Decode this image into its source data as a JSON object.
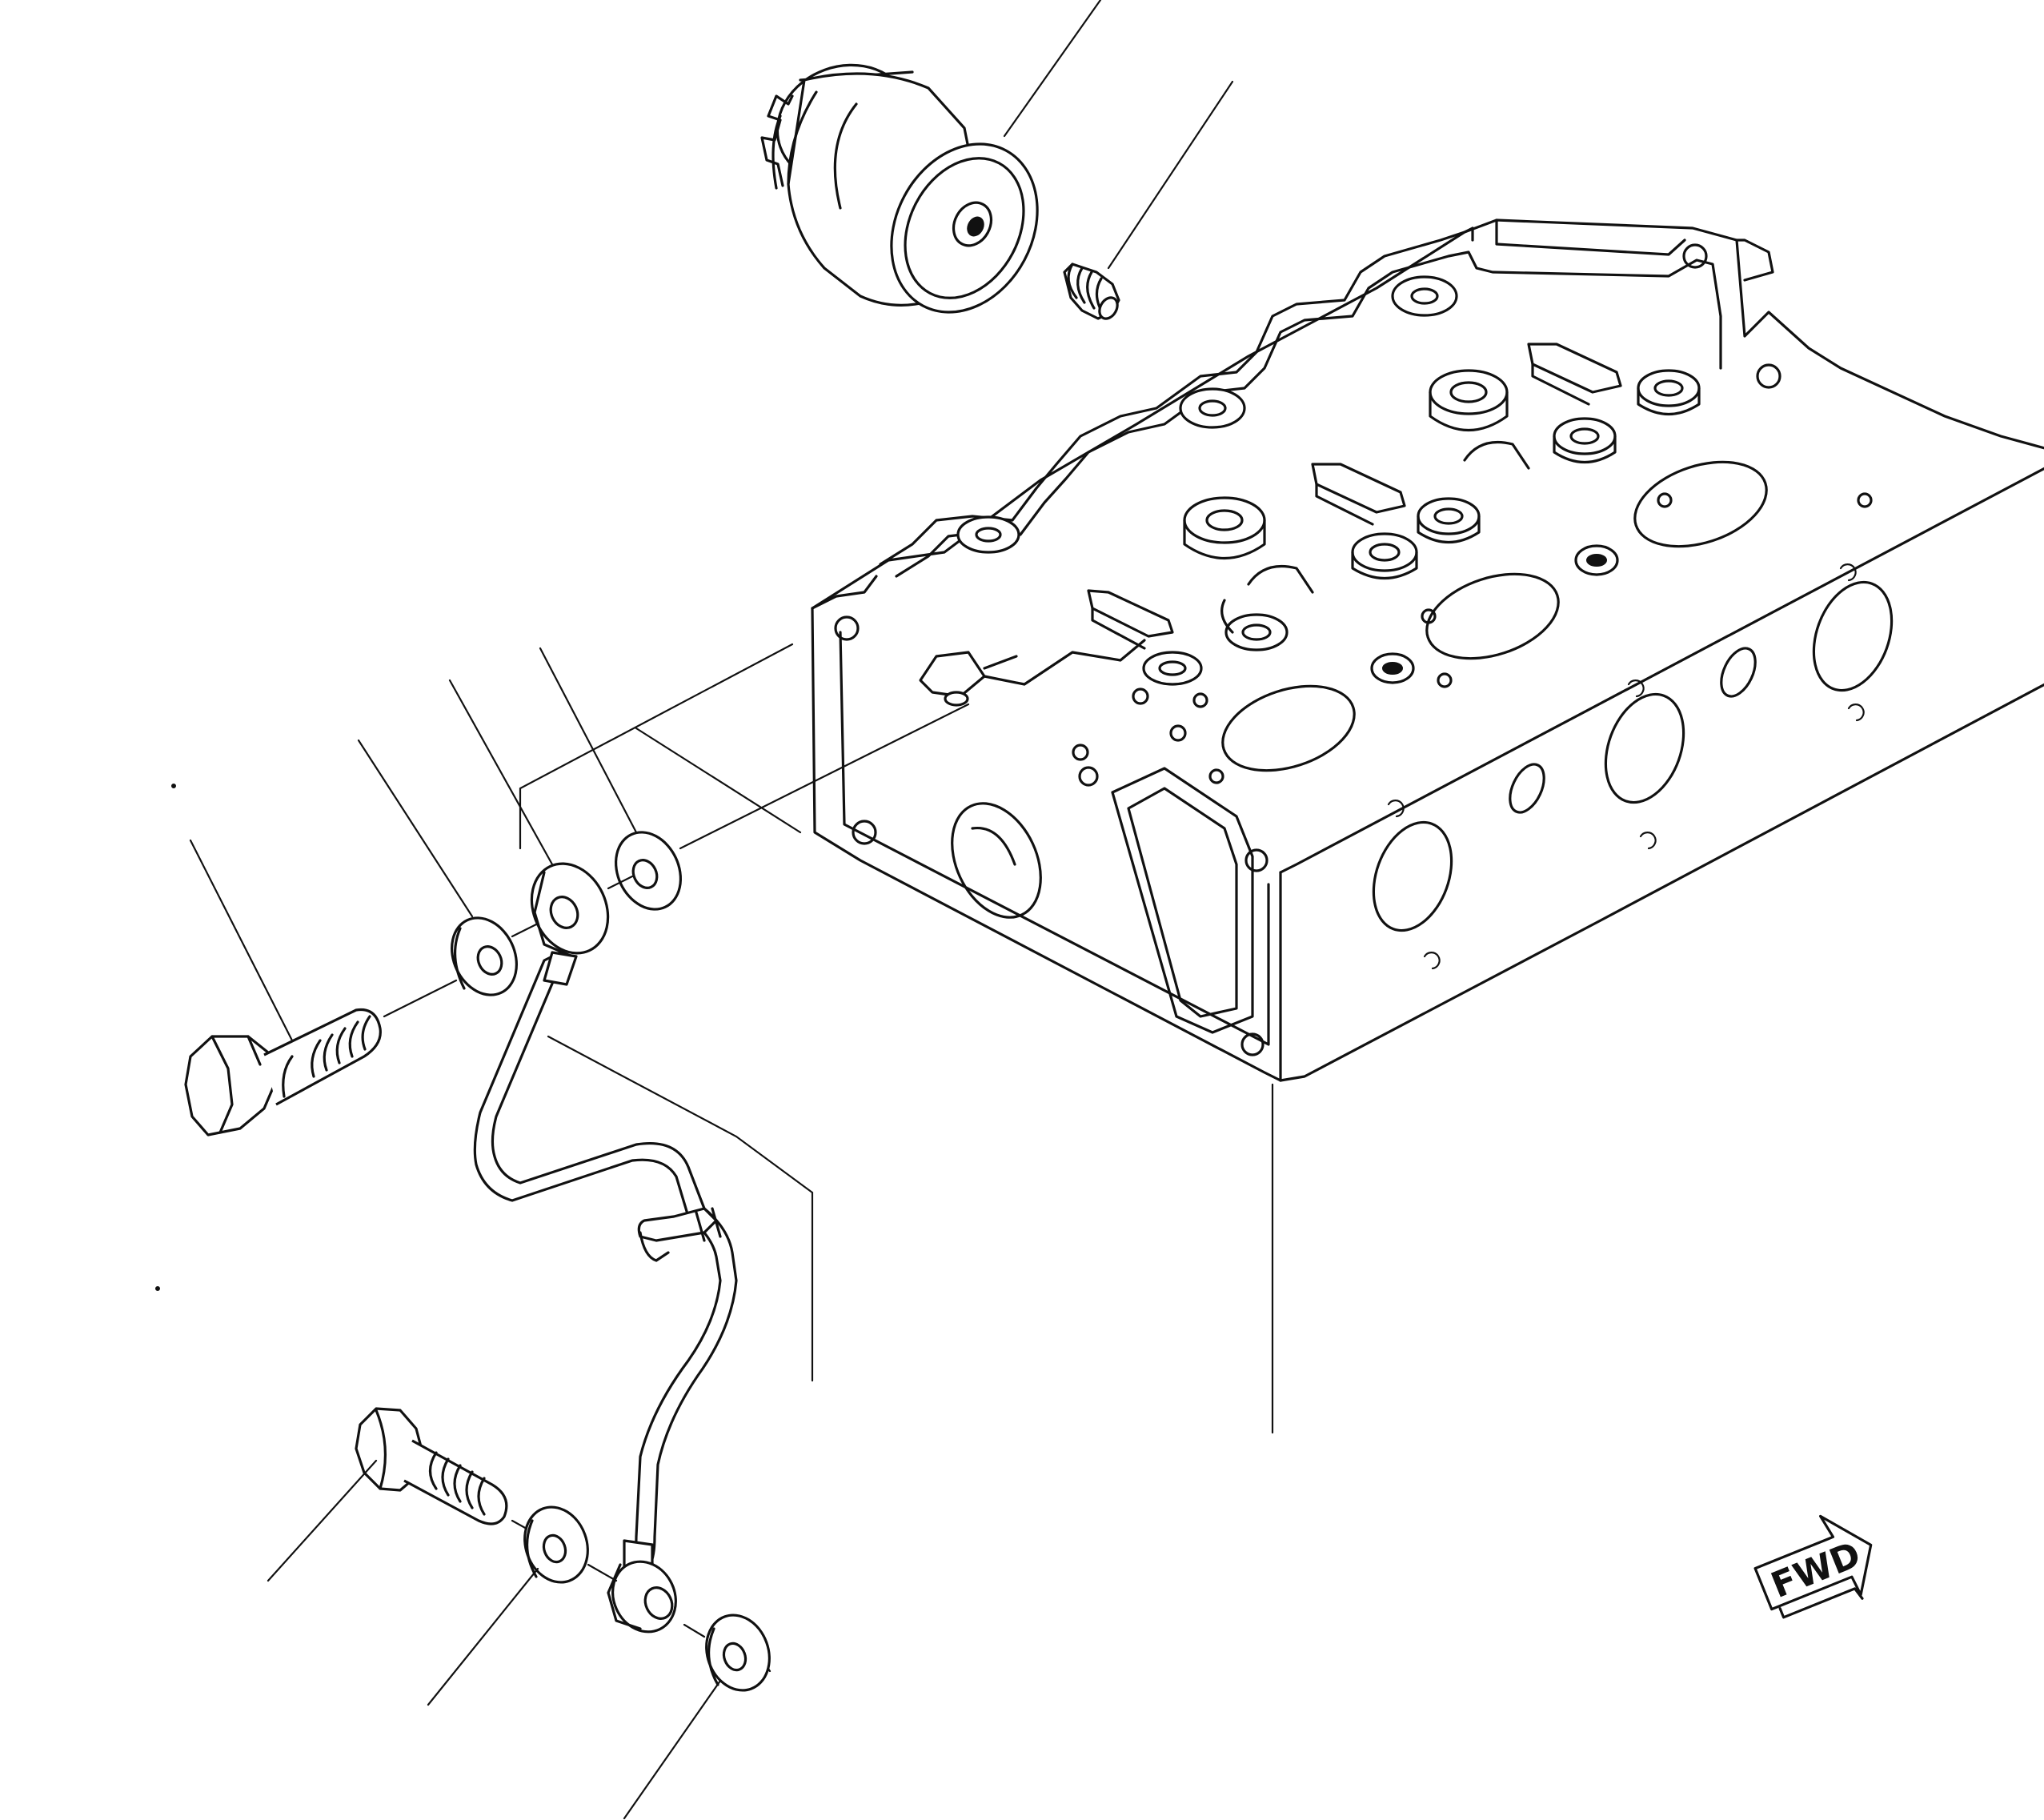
{
  "colors": {
    "line": "#111111",
    "background": "#ffffff"
  },
  "direction_marker": {
    "text": "FWD",
    "icon": "forward-arrow-icon"
  },
  "leaders": [
    {
      "name": "leader-oil-filter"
    },
    {
      "name": "leader-filter-nipple"
    },
    {
      "name": "leader-upper-washer-inner"
    },
    {
      "name": "leader-upper-pipe-eye"
    },
    {
      "name": "leader-upper-washer-outer"
    },
    {
      "name": "leader-upper-banjo-bolt"
    },
    {
      "name": "leader-lower-banjo-bolt"
    },
    {
      "name": "leader-lower-washer-outer"
    },
    {
      "name": "leader-lower-washer-inner"
    }
  ]
}
